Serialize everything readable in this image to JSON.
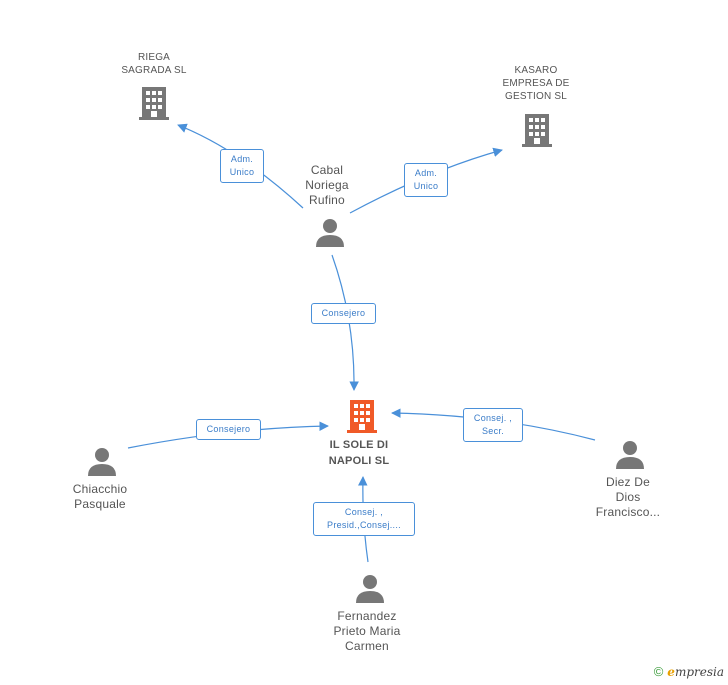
{
  "nodes": {
    "riega": {
      "lines": [
        "RIEGA",
        "SAGRADA SL"
      ],
      "color": "#777777"
    },
    "kasaro": {
      "lines": [
        "KASARO",
        "EMPRESA DE",
        "GESTION SL"
      ],
      "color": "#777777"
    },
    "cabal": {
      "lines": [
        "Cabal",
        "Noriega",
        "Rufino"
      ],
      "color": "#777777"
    },
    "ilsole": {
      "lines": [
        "IL SOLE DI",
        "NAPOLI SL"
      ],
      "color": "#f05a28"
    },
    "chiacchio": {
      "lines": [
        "Chiacchio",
        "Pasquale"
      ],
      "color": "#777777"
    },
    "diez": {
      "lines": [
        "Diez De",
        "Dios",
        "Francisco..."
      ],
      "color": "#777777"
    },
    "fernandez": {
      "lines": [
        "Fernandez",
        "Prieto Maria",
        "Carmen"
      ],
      "color": "#777777"
    }
  },
  "relations": {
    "cabal_riega": [
      "Adm.",
      "Unico"
    ],
    "cabal_kasaro": [
      "Adm.",
      "Unico"
    ],
    "cabal_ilsole": [
      "Consejero"
    ],
    "chiacchio_ilsole": [
      "Consejero"
    ],
    "diez_ilsole": [
      "Consej. ,",
      "Secr."
    ],
    "fernandez_ilsole": [
      "Consej. ,",
      "Presid.,Consej...."
    ]
  },
  "edge_color": "#4a90d9",
  "footer": {
    "copyright": "©",
    "brand_e": "e",
    "brand_rest": "mpresia"
  }
}
